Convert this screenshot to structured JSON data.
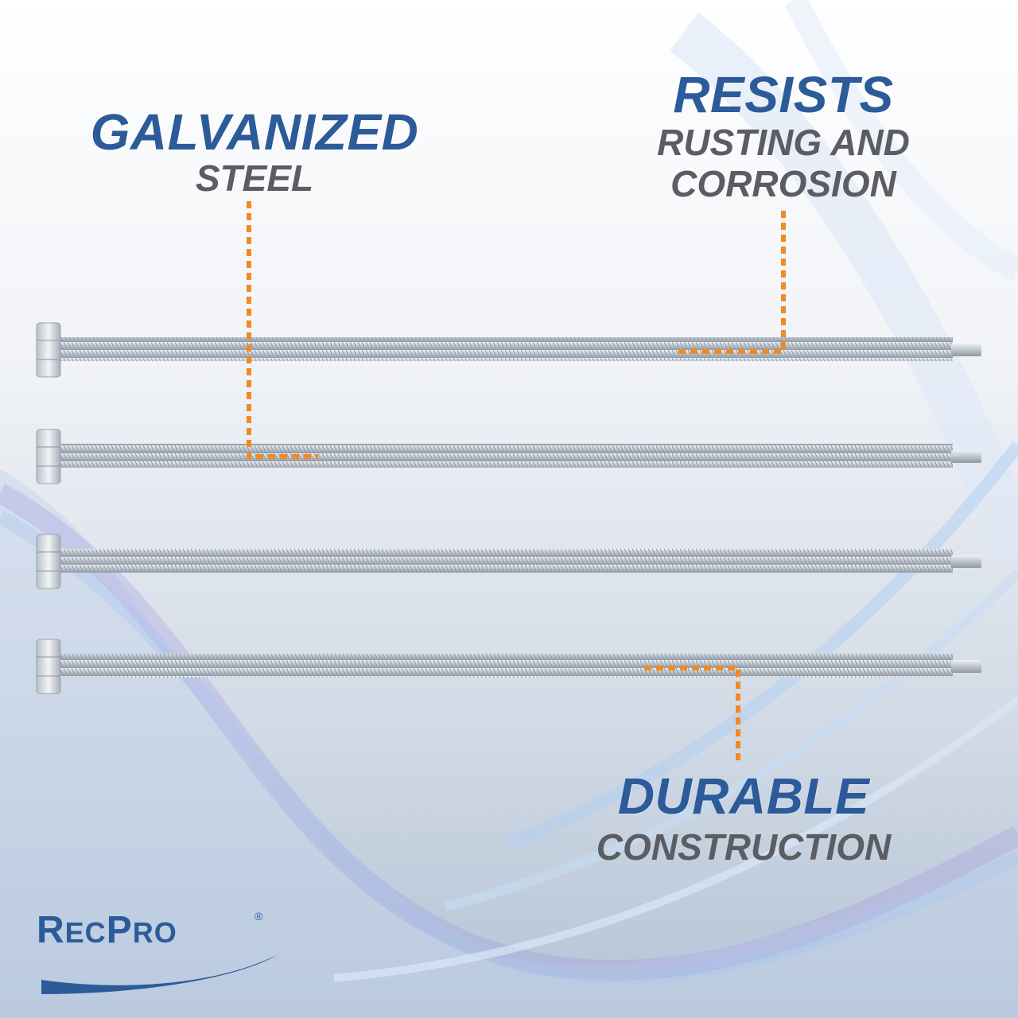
{
  "callouts": {
    "galvanized": {
      "headline": "GALVANIZED",
      "subline": "STEEL"
    },
    "resists": {
      "headline": "RESISTS",
      "line1": "RUSTING AND",
      "line2": "CORROSION"
    },
    "durable": {
      "headline": "DURABLE",
      "subline": "CONSTRUCTION"
    }
  },
  "brand": {
    "name_part1": "R",
    "name_part2": "EC",
    "name_part3": "P",
    "name_part4": "RO",
    "registered": "®"
  },
  "product": {
    "item": "threaded-hex-bolt",
    "count": 4
  },
  "colors": {
    "headline": "#2c5b99",
    "subline": "#5b5d62",
    "leader_line": "#f08a24",
    "bolt_metal": "#c5ccd4"
  }
}
